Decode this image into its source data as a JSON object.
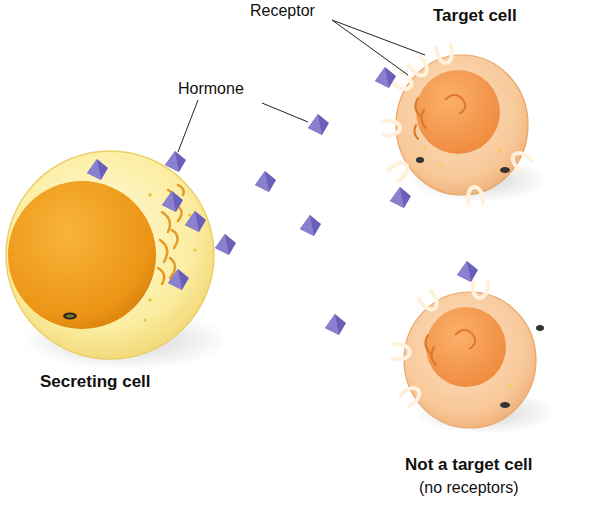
{
  "diagram": {
    "nodes": [
      {
        "text": [
          "Target cell"
        ]
      },
      {
        "text": [
          "Secreting cell"
        ]
      },
      {
        "text": [
          "Not a target cell",
          "(no receptors)"
        ]
      }
    ],
    "labels": [
      "Receptor",
      "Hormone"
    ]
  }
}
